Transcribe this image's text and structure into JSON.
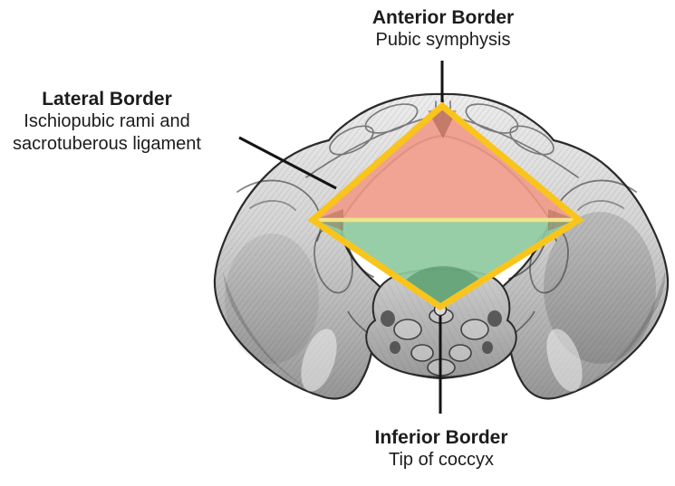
{
  "diagram": {
    "title_hint": "Borders of the perineum (pelvic outlet, inferior view)",
    "labels": {
      "anterior": {
        "title": "Anterior Border",
        "subtitle": "Pubic symphysis"
      },
      "lateral": {
        "title": "Lateral Border",
        "line1": "Ischiopubic rami and",
        "line2": "sacrotuberous ligament"
      },
      "inferior": {
        "title": "Inferior Border",
        "subtitle": "Tip of coccyx"
      }
    },
    "overlay": {
      "diamond_outline_color": "#f9c51d",
      "midline_color": "#efe38c",
      "anterior_region_color": "#f19c8b",
      "posterior_region_color": "#8ec9a0"
    },
    "pointer_color": "#141414",
    "text_color": "#1c1c1c"
  }
}
